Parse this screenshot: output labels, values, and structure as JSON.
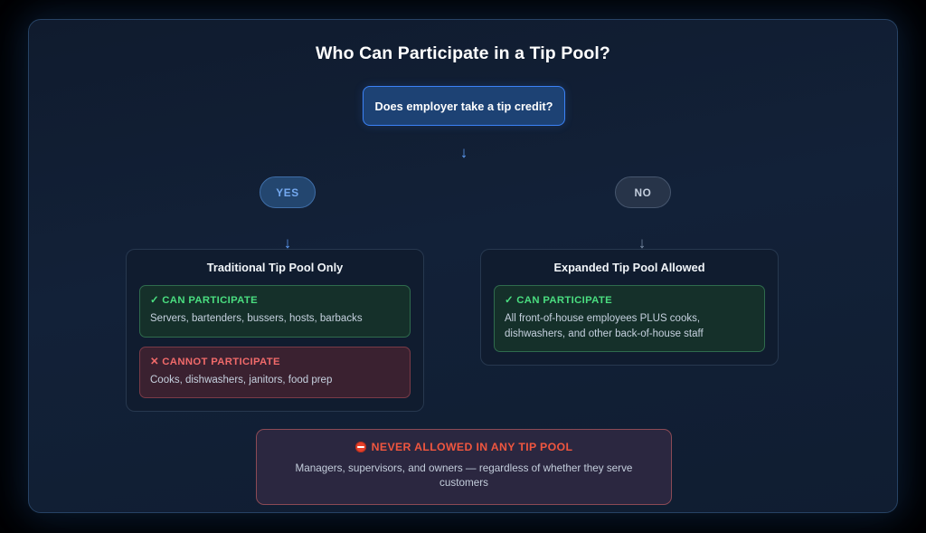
{
  "page_title": "Who Can Participate in a Tip Pool?",
  "decision": {
    "question": "Does employer take a tip credit?"
  },
  "arrows": {
    "main": "↓",
    "yes": "↓",
    "no": "↓"
  },
  "branches": [
    {
      "badge": "YES",
      "panel_title": "Traditional Tip Pool Only",
      "results": [
        {
          "head": "✓ CAN PARTICIPATE",
          "body": "Servers, bartenders, bussers, hosts, barbacks"
        },
        {
          "head": "✕ CANNOT PARTICIPATE",
          "body": "Cooks, dishwashers, janitors, food prep"
        }
      ]
    },
    {
      "badge": "NO",
      "panel_title": "Expanded Tip Pool Allowed",
      "results": [
        {
          "head": "✓ CAN PARTICIPATE",
          "body": "All front-of-house employees PLUS cooks, dishwashers, and other back-of-house staff"
        }
      ]
    }
  ],
  "never_banner": {
    "icon": "no-entry-icon",
    "head": "NEVER ALLOWED IN ANY TIP POOL",
    "body": "Managers, supervisors, and owners — regardless of whether they serve customers"
  },
  "colors": {
    "accent_blue": "#3b82f6",
    "allow_green": "#4ade80",
    "deny_red": "#f06a6a",
    "never_red": "#f0563f",
    "card_bg": "#122138"
  }
}
